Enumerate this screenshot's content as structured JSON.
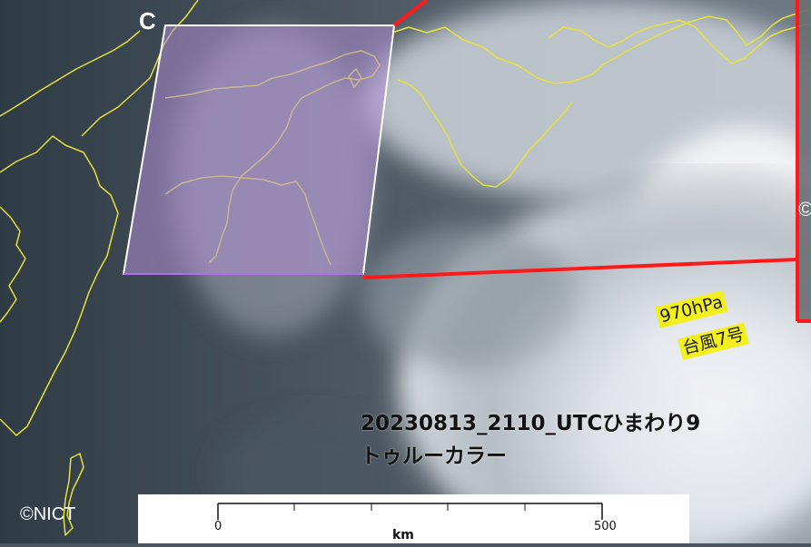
{
  "map": {
    "label_c": "C",
    "copyright": "©NICT",
    "copyright_partial": "©",
    "typhoon": {
      "pressure": "970hPa",
      "name": "台風7号"
    },
    "caption": {
      "line1": "20230813_2110_UTCひまわり9",
      "line2": "トゥルーカラー"
    },
    "scale": {
      "tick_start": "0",
      "tick_end": "500",
      "unit": "km"
    },
    "colors": {
      "coastline": "#e6e23a",
      "highlight_fill": "#b08fd6",
      "inset_border": "#ff0000",
      "label_bg": "#f4ef1f"
    },
    "icons": [
      "compass-icon"
    ]
  }
}
